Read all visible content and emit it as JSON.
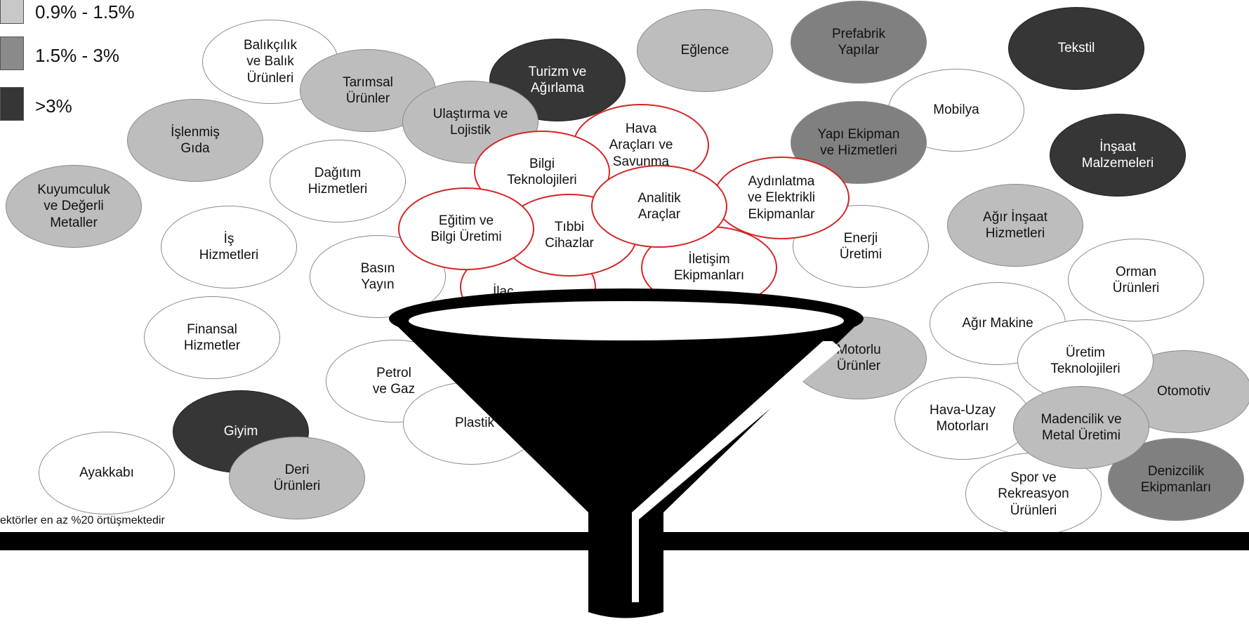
{
  "legend": [
    {
      "label": "0.9% - 1.5%",
      "color": "#c8c8c8"
    },
    {
      "label": "1.5% - 3%",
      "color": "#8a8a8a"
    },
    {
      "label": ">3%",
      "color": "#363636"
    }
  ],
  "footnote": "ektörler en az %20 örtüşmektedir",
  "bubbles": [
    {
      "text": "Balıkçılık\nve Balık\nÜrünleri",
      "tone": "white"
    },
    {
      "text": "Tarımsal\nÜrünler",
      "tone": "light"
    },
    {
      "text": "Ulaştırma ve\nLojistik",
      "tone": "light"
    },
    {
      "text": "Turizm ve\nAğırlama",
      "tone": "dark"
    },
    {
      "text": "Eğlence",
      "tone": "light"
    },
    {
      "text": "Prefabrik\nYapılar",
      "tone": "medium"
    },
    {
      "text": "Tekstil",
      "tone": "dark"
    },
    {
      "text": "Mobilya",
      "tone": "white"
    },
    {
      "text": "Yapı Ekipman\nve Hizmetleri",
      "tone": "medium"
    },
    {
      "text": "İnşaat\nMalzemeleri",
      "tone": "dark"
    },
    {
      "text": "İşlenmiş\nGıda",
      "tone": "light"
    },
    {
      "text": "Dağıtım\nHizmetleri",
      "tone": "white"
    },
    {
      "text": "Kuyumculuk\nve Değerli\nMetaller",
      "tone": "light"
    },
    {
      "text": "İş\nHizmetleri",
      "tone": "white"
    },
    {
      "text": "Basın\nYayın",
      "tone": "white"
    },
    {
      "text": "Finansal\nHizmetler",
      "tone": "white"
    },
    {
      "text": "Petrol\nve Gaz",
      "tone": "white"
    },
    {
      "text": "Plastik",
      "tone": "white"
    },
    {
      "text": "Giyim",
      "tone": "dark"
    },
    {
      "text": "Deri\nÜrünleri",
      "tone": "light"
    },
    {
      "text": "Ayakkabı",
      "tone": "white"
    },
    {
      "text": "Enerji\nÜretimi",
      "tone": "white"
    },
    {
      "text": "Motorlu\nÜrünler",
      "tone": "light"
    },
    {
      "text": "Ağır İnşaat\nHizmetleri",
      "tone": "light"
    },
    {
      "text": "Orman\nÜrünleri",
      "tone": "white"
    },
    {
      "text": "Ağır Makine",
      "tone": "white"
    },
    {
      "text": "Otomotiv",
      "tone": "light"
    },
    {
      "text": "Üretim\nTeknolojileri",
      "tone": "white"
    },
    {
      "text": "Hava-Uzay\nMotorları",
      "tone": "white"
    },
    {
      "text": "Denizcilik\nEkipmanları",
      "tone": "medium"
    },
    {
      "text": "Madencilik ve\nMetal Üretimi",
      "tone": "light"
    },
    {
      "text": "Spor ve\nRekreasyon\nÜrünleri",
      "tone": "white"
    },
    {
      "text": "İlaç",
      "tone": "red"
    },
    {
      "text": "Hava\nAraçları ve\nSavunma",
      "tone": "red"
    },
    {
      "text": "Bilgi\nTeknolojileri",
      "tone": "red"
    },
    {
      "text": "Tıbbi\nCihazlar",
      "tone": "red"
    },
    {
      "text": "Eğitim ve\nBilgi Üretimi",
      "tone": "red"
    },
    {
      "text": "İletişim\nEkipmanları",
      "tone": "red"
    },
    {
      "text": "Aydınlatma\nve Elektrikli\nEkipmanlar",
      "tone": "red"
    },
    {
      "text": "Analitik\nAraçlar",
      "tone": "red"
    }
  ]
}
